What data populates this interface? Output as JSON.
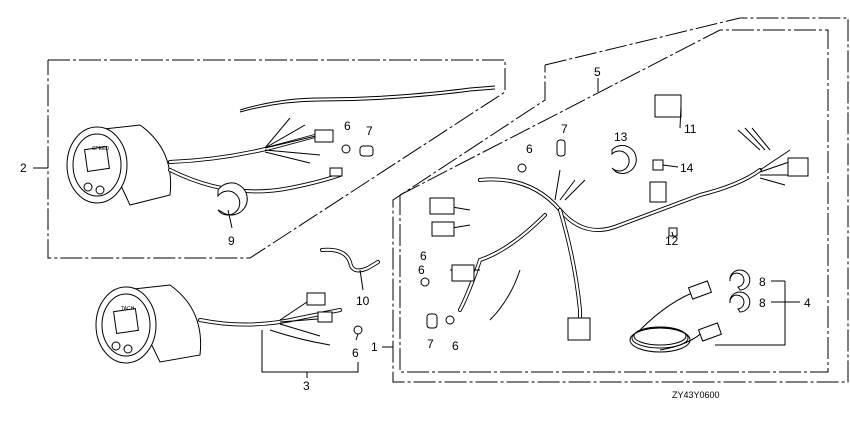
{
  "diagram": {
    "gauges": {
      "top_gauge_text": "SPEED",
      "bottom_gauge_text": "TACH"
    },
    "callouts": [
      {
        "id": "c2",
        "text": "2"
      },
      {
        "id": "c6a",
        "text": "6"
      },
      {
        "id": "c7a",
        "text": "7"
      },
      {
        "id": "c9",
        "text": "9"
      },
      {
        "id": "c10",
        "text": "10"
      },
      {
        "id": "c6b",
        "text": "6"
      },
      {
        "id": "c3",
        "text": "3"
      },
      {
        "id": "c1",
        "text": "1"
      },
      {
        "id": "c5",
        "text": "5"
      },
      {
        "id": "c7b",
        "text": "7"
      },
      {
        "id": "c6c",
        "text": "6"
      },
      {
        "id": "c13",
        "text": "13"
      },
      {
        "id": "c11",
        "text": "11"
      },
      {
        "id": "c14",
        "text": "14"
      },
      {
        "id": "c12",
        "text": "12"
      },
      {
        "id": "c6d",
        "text": "6"
      },
      {
        "id": "c6e",
        "text": "6"
      },
      {
        "id": "c7c",
        "text": "7"
      },
      {
        "id": "c6f",
        "text": "6"
      },
      {
        "id": "c8a",
        "text": "8"
      },
      {
        "id": "c8b",
        "text": "8"
      },
      {
        "id": "c4",
        "text": "4"
      }
    ],
    "diagram_code": "ZY43Y0600"
  }
}
